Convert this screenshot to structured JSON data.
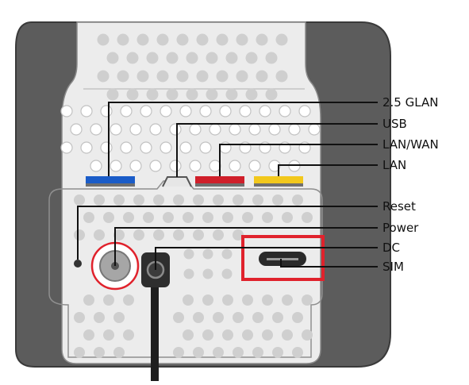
{
  "labels": {
    "glan": "2.5 GLAN",
    "usb": "USB",
    "lan_wan": "LAN/WAN",
    "lan": "LAN",
    "reset": "Reset",
    "power": "Power",
    "dc": "DC",
    "sim": "SIM"
  },
  "colors": {
    "port_glan": "#1a5cc8",
    "port_lan_wan": "#d01f2a",
    "port_lan": "#f2c81c",
    "highlight": "#e0222c",
    "body_dark": "#5a5a5a",
    "body_light": "#ececec",
    "vent_hole": "#cfcfcf"
  }
}
